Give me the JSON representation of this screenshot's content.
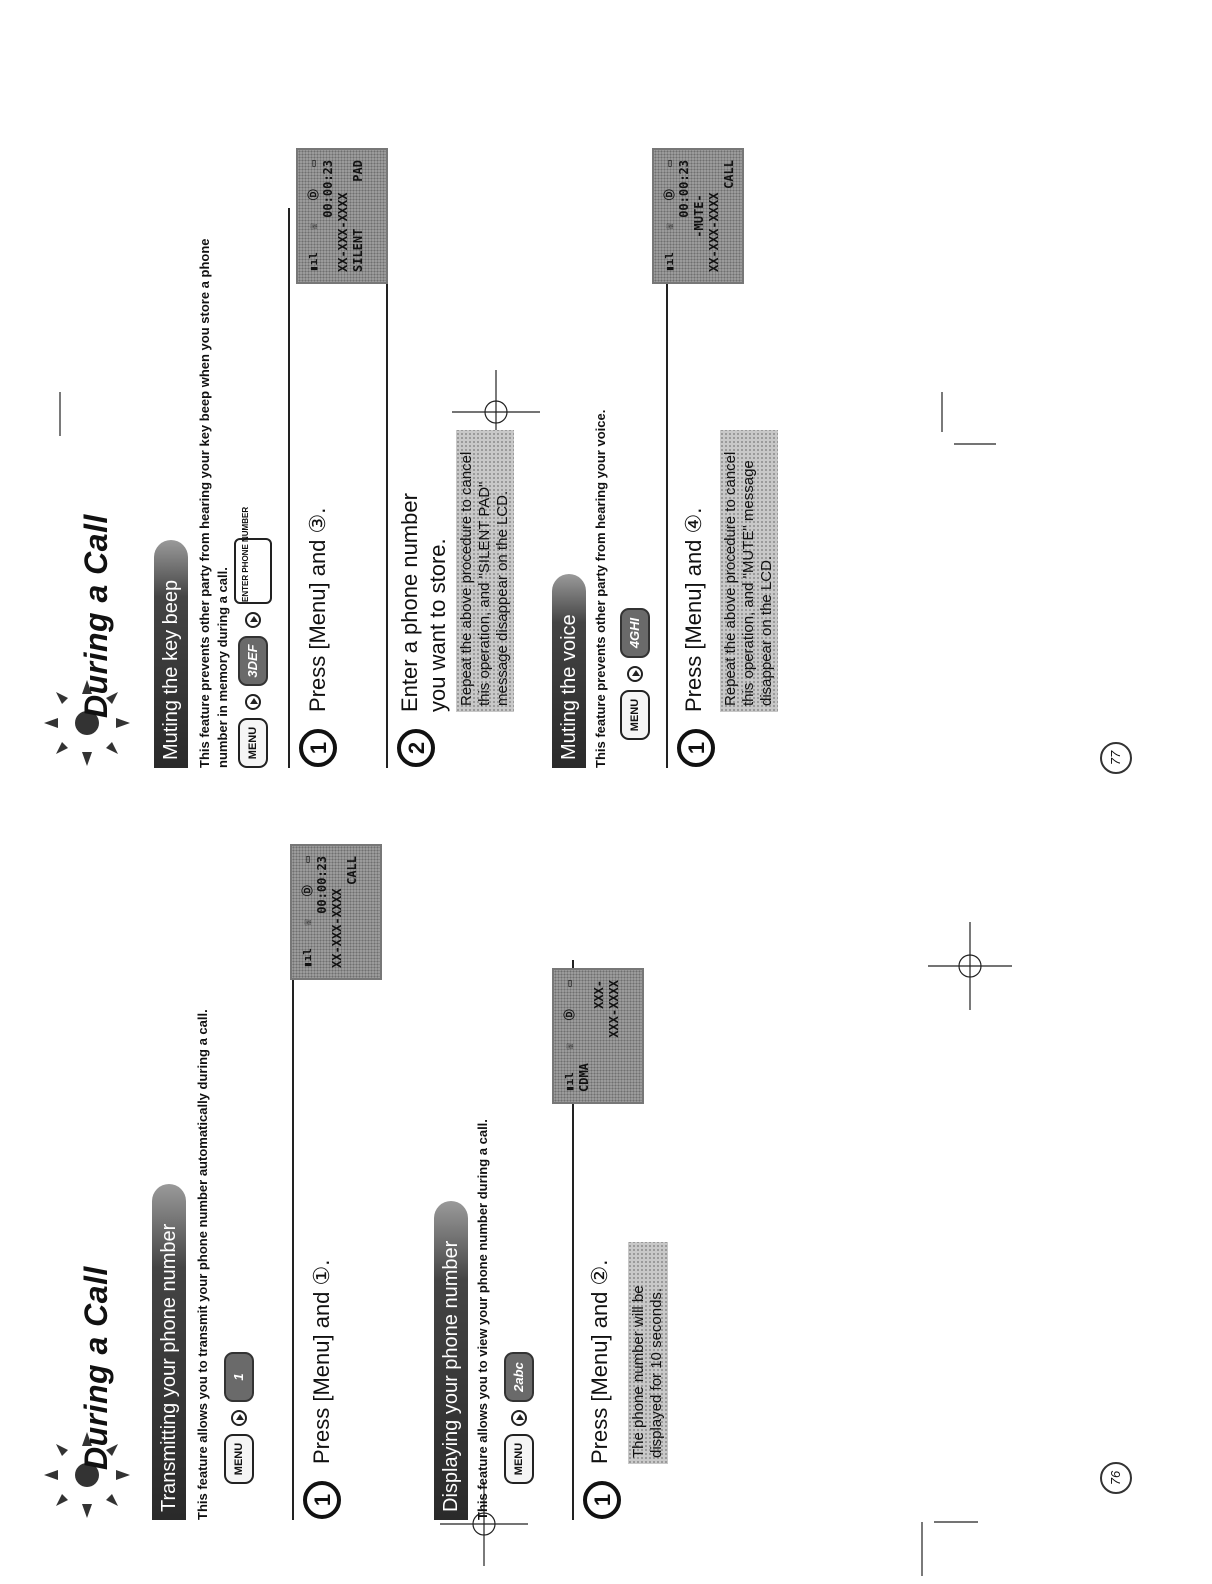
{
  "pages": {
    "left": {
      "page_title": "During a Call",
      "page_number": "76",
      "sections": [
        {
          "heading": "Transmitting your phone number",
          "intro": "This feature allows you to transmit your phone number automatically during a call.",
          "keys": [
            "MENU",
            "1"
          ],
          "steps": [
            {
              "number": "1",
              "text": "Press [Menu] and ①."
            }
          ],
          "lcd": [
            "XX-XXX-XXXX",
            "CALL"
          ],
          "lcd_time": "00:00:23",
          "note": ""
        },
        {
          "heading": "Displaying your phone number",
          "intro": "This feature allows you to view your phone number during a call.",
          "keys": [
            "MENU",
            "2abc"
          ],
          "steps": [
            {
              "number": "1",
              "text": "Press [Menu] and ②."
            }
          ],
          "lcd": [
            "CDMA",
            "XXX-",
            "XXX-XXXX"
          ],
          "note": "The phone number will be displayed for 10 seconds."
        }
      ]
    },
    "right": {
      "page_title": "During a Call",
      "page_number": "77",
      "sections": [
        {
          "heading": "Muting the key beep",
          "intro": "This feature prevents other party from hearing your key beep when you store a phone number in memory during a call.",
          "keys": [
            "MENU",
            "3DEF"
          ],
          "enter_key": "ENTER PHONE NUMBER",
          "steps": [
            {
              "number": "1",
              "text": "Press [Menu] and ③."
            },
            {
              "number": "2",
              "text": "Enter a phone number you want to store."
            }
          ],
          "lcd": [
            "XX-XXX-XXXX",
            "SILENT",
            "PAD"
          ],
          "lcd_time": "00:00:23",
          "note": "Repeat the above procedure to cancel this operation, and \"SILENT PAD\" message disappear on the LCD."
        },
        {
          "heading": "Muting the voice",
          "intro": "This feature prevents other party from hearing your voice.",
          "keys": [
            "MENU",
            "4GHI"
          ],
          "steps": [
            {
              "number": "1",
              "text": "Press [Menu] and ④."
            }
          ],
          "lcd": [
            "-MUTE-",
            "XX-XXX-XXXX",
            "CALL"
          ],
          "lcd_time": "00:00:23",
          "note": "Repeat the above procedure to cancel this operation, and \"MUTE\" message disappear on the LCD."
        }
      ]
    }
  }
}
